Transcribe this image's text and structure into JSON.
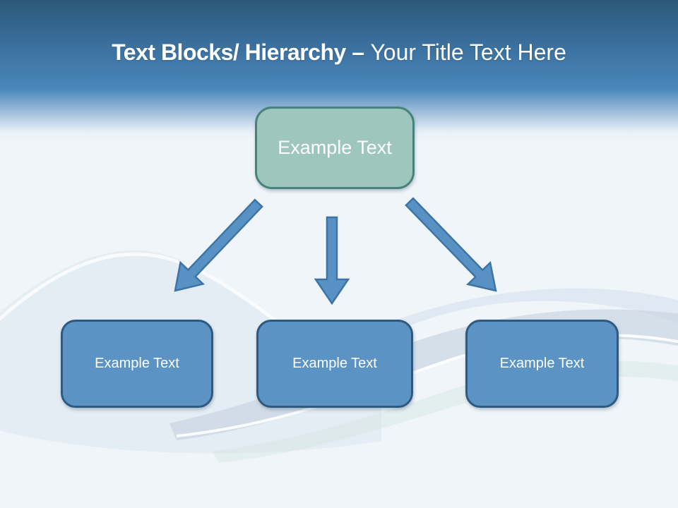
{
  "slide": {
    "title": {
      "bold": "Text Blocks/ Hierarchy –",
      "regular": "Your Title Text Here"
    },
    "hierarchy": {
      "root": {
        "label": "Example Text"
      },
      "children": [
        {
          "label": "Example Text"
        },
        {
          "label": "Example Text"
        },
        {
          "label": "Example Text"
        }
      ]
    },
    "icons": {
      "arrow_left": "arrow-down-left-icon",
      "arrow_middle": "arrow-down-icon",
      "arrow_right": "arrow-down-right-icon"
    },
    "colors": {
      "header_top": "#2f5c80",
      "header_mid": "#4a87bb",
      "background": "#f0f5fa",
      "root_fill": "#9dc6bc",
      "root_border": "#47837a",
      "child_fill": "#5b93c5",
      "child_border": "#2e5a80",
      "arrow_fill": "#5892c5",
      "arrow_border": "#3c74a6",
      "text": "#ffffff"
    }
  }
}
